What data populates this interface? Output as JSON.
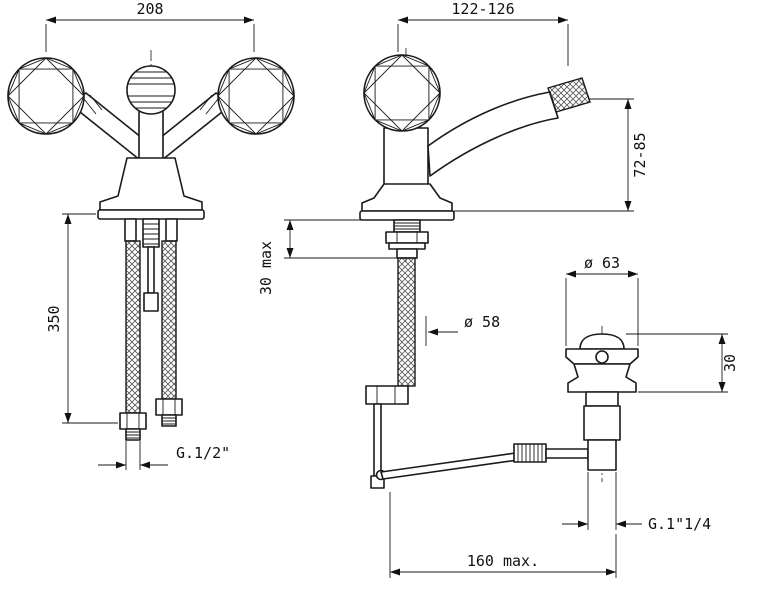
{
  "drawing": {
    "dims": {
      "width_overall": "208",
      "depth_range": "122-126",
      "spout_height": "72-85",
      "hose_length": "350",
      "deck_thickness": "30 max",
      "base_dia": "ø 58",
      "waste_dia": "ø 63",
      "waste_height": "30",
      "supply_thread": "G.1/2\"",
      "waste_thread": "G.1\"1/4",
      "depth_max": "160 max."
    }
  }
}
